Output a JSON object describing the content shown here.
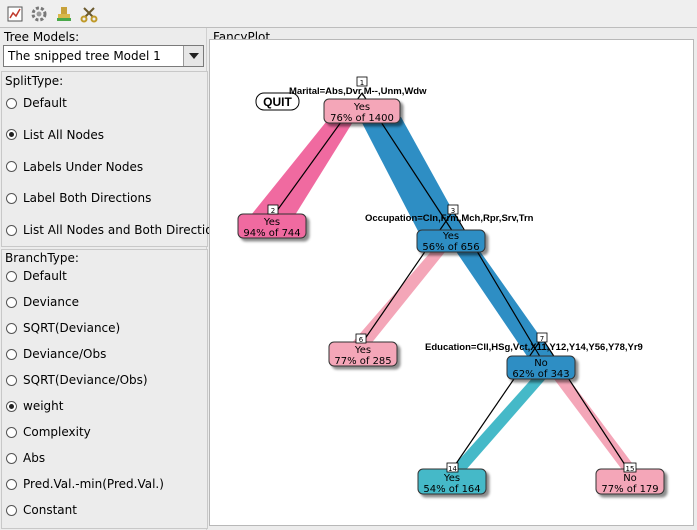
{
  "toolbar": {
    "icons": [
      "chart-icon",
      "gear-icon",
      "stamp-icon",
      "scissors-icon"
    ]
  },
  "tree_models": {
    "label": "Tree Models:",
    "selected": "The snipped tree Model 1"
  },
  "split_type": {
    "label": "SplitType:",
    "options": [
      "Default",
      "List All Nodes",
      "Labels Under Nodes",
      "Label Both Directions",
      "List All Nodes and Both Directions"
    ],
    "selected_index": 1
  },
  "branch_type": {
    "label": "BranchType:",
    "options": [
      "Default",
      "Deviance",
      "SQRT(Deviance)",
      "Deviance/Obs",
      "SQRT(Deviance/Obs)",
      "weight",
      "Complexity",
      "Abs",
      "Pred.Val.-min(Pred.Val.)",
      "Constant"
    ],
    "selected_index": 5
  },
  "plot": {
    "title": "FancyPlot",
    "quit_label": "QUIT",
    "splits": {
      "n1": "Marital=Abs,Dvr,M--,Unm,Wdw",
      "n3": "Occupation=Cln,Frm,Mch,Rpr,Srv,Trn",
      "n7": "Education=Cll,HSg,Vct,X11,Y12,Y14,Y56,Y78,Yr9"
    },
    "nodes": {
      "n1": {
        "id": "1",
        "class": "Yes",
        "stat": "76% of 1400",
        "color": "#f4a6b8"
      },
      "n2": {
        "id": "2",
        "class": "Yes",
        "stat": "94% of 744",
        "color": "#f06aa0"
      },
      "n3": {
        "id": "3",
        "class": "Yes",
        "stat": "56% of 656",
        "color": "#2e8ec4"
      },
      "n6": {
        "id": "6",
        "class": "Yes",
        "stat": "77% of 285",
        "color": "#f4a6b8"
      },
      "n7": {
        "id": "7",
        "class": "No",
        "stat": "62% of 343",
        "color": "#2e8ec4"
      },
      "n14": {
        "id": "14",
        "class": "Yes",
        "stat": "54% of 164",
        "color": "#45b9c8"
      },
      "n15": {
        "id": "15",
        "class": "No",
        "stat": "77% of 179",
        "color": "#f4a6b8"
      }
    }
  }
}
